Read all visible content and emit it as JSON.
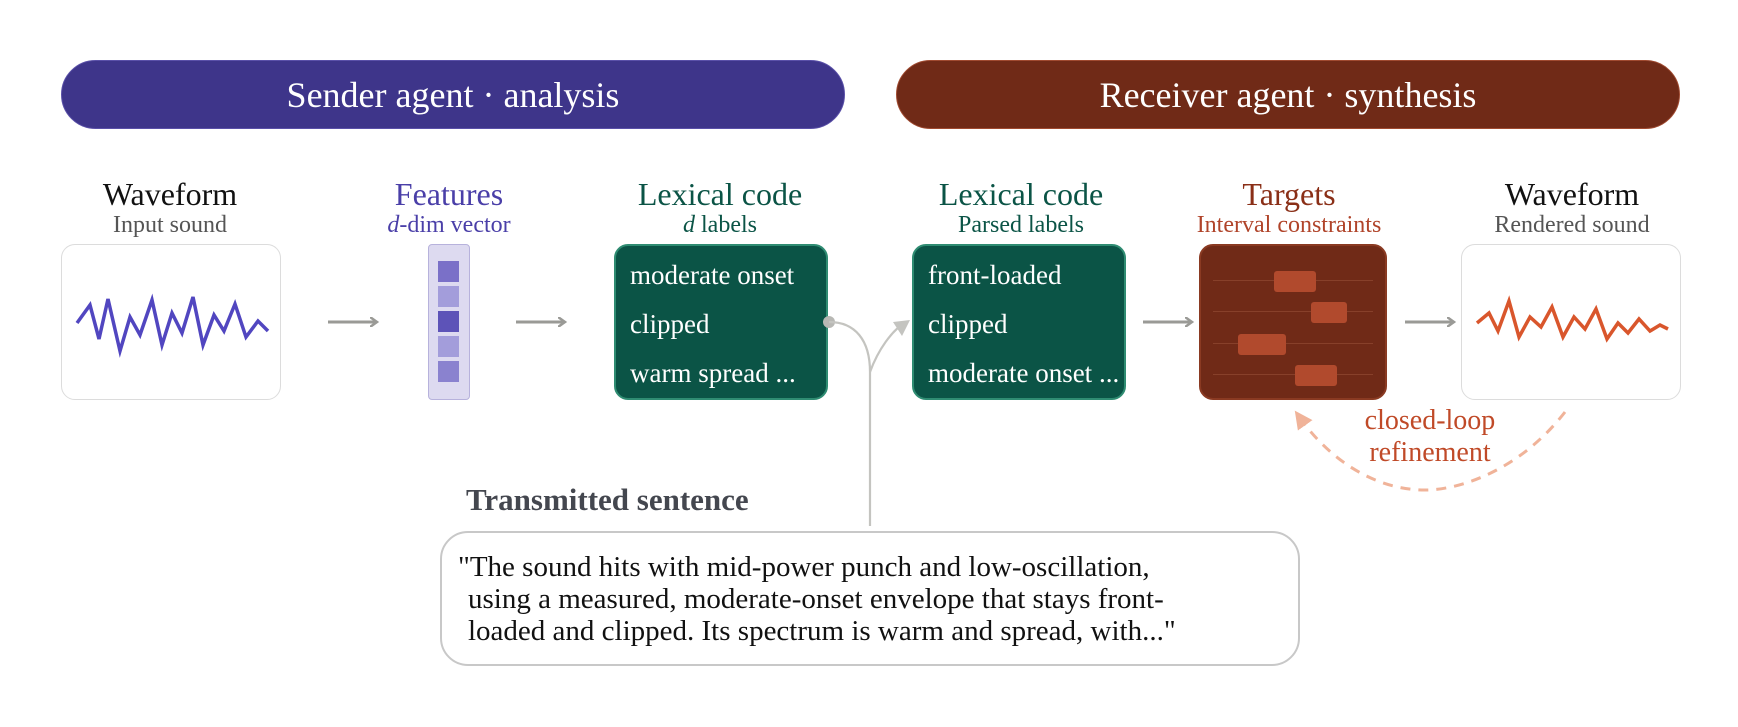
{
  "banners": {
    "sender": "Sender agent · analysis",
    "receiver": "Receiver agent · synthesis"
  },
  "stages": {
    "input_waveform": {
      "title": "Waveform",
      "subtitle": "Input sound"
    },
    "features": {
      "title": "Features",
      "subtitle_var": "d",
      "subtitle_rest": "-dim vector"
    },
    "lexical_sender": {
      "title": "Lexical code",
      "subtitle_var": "d",
      "subtitle_rest": " labels",
      "labels": [
        "moderate onset",
        "clipped",
        "warm spread ..."
      ]
    },
    "lexical_receiver": {
      "title": "Lexical code",
      "subtitle": "Parsed labels",
      "labels": [
        "front-loaded",
        "clipped",
        "moderate onset ..."
      ]
    },
    "targets": {
      "title": "Targets",
      "subtitle": "Interval constraints"
    },
    "output_waveform": {
      "title": "Waveform",
      "subtitle": "Rendered sound"
    }
  },
  "loop": {
    "line1": "closed-loop",
    "line2": "refinement"
  },
  "transmitted": {
    "heading": "Transmitted sentence",
    "lines": [
      "\"The sound hits with mid-power punch and low-oscillation,",
      "using a measured, moderate-onset envelope that stays front-",
      "loaded and clipped. Its spectrum is warm and spread, with...\""
    ]
  },
  "colors": {
    "sender": "#3e358a",
    "receiver": "#702a17",
    "lexical": "#0b5446",
    "input_wave": "#5146c0",
    "output_wave": "#d9562c",
    "loop": "#f0b399",
    "arrow": "#9a9a96"
  }
}
